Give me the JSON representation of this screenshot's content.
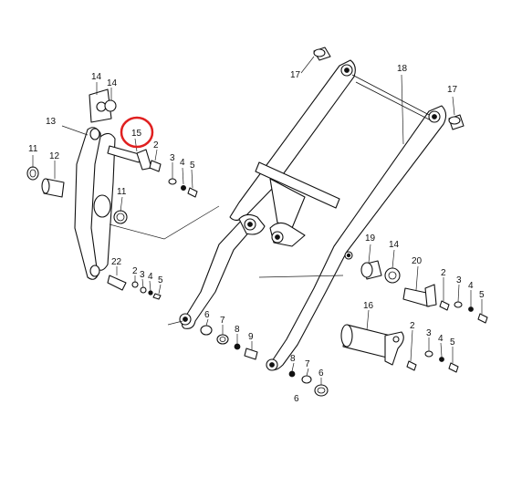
{
  "diagram": {
    "highlight_color": "#e02020",
    "highlighted_part": "15",
    "callouts": {
      "p1": "17",
      "p2": "18",
      "p3": "17",
      "p4": "14",
      "p5": "14",
      "p6": "13",
      "p7": "15",
      "p8": "11",
      "p9": "12",
      "p10": "2",
      "p11": "3",
      "p12": "4",
      "p13": "5",
      "p14": "11",
      "p15": "22",
      "p16": "2",
      "p17": "3",
      "p18": "4",
      "p19": "5",
      "p20": "19",
      "p21": "14",
      "p22": "20",
      "p23": "2",
      "p24": "3",
      "p25": "4",
      "p26": "5",
      "p27": "16",
      "p28": "2",
      "p29": "3",
      "p30": "4",
      "p31": "5",
      "p32": "6",
      "p33": "7",
      "p34": "8",
      "p35": "9",
      "p36": "8",
      "p37": "7",
      "p38": "6",
      "p39": "6"
    }
  }
}
